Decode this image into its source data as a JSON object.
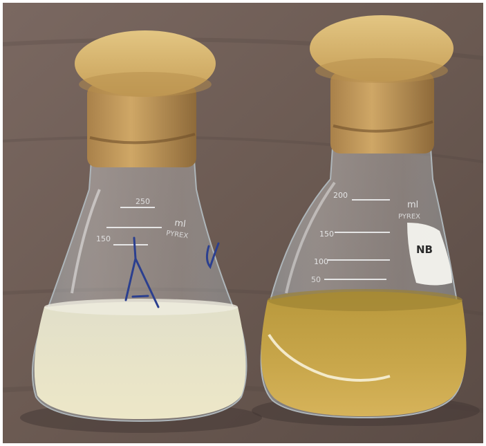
{
  "photo": {
    "subject": "two-erlenmeyer-flasks-with-foam-stoppers",
    "left_flask": {
      "marking": "A",
      "graduation_labels": [
        "250",
        "150"
      ],
      "volume_label": "ml",
      "brand_label": "PYREX"
    },
    "right_flask": {
      "label": "NB",
      "graduation_labels": [
        "200",
        "150",
        "100",
        "50"
      ],
      "volume_label": "ml",
      "brand_label": "PYREX"
    }
  },
  "colors": {
    "tabletop": "#6b5a52",
    "tabletop_dark": "#4e423e",
    "stopper": "#d8b56f",
    "stopper_shadow": "#8d6a3a",
    "glass": "#cfd6da",
    "turbid_broth": "#e6e3c7",
    "clear_broth": "#c3a246"
  }
}
